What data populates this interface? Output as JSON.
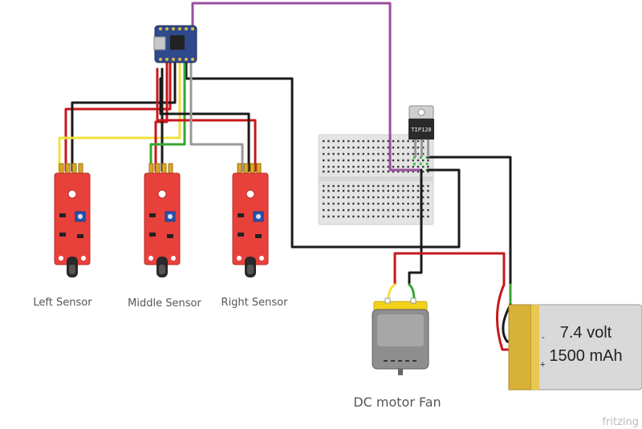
{
  "labels": {
    "left_sensor": "Left Sensor",
    "middle_sensor": "Middle Sensor",
    "right_sensor": "Right Sensor",
    "motor": "DC motor Fan",
    "battery_voltage": "7.4 volt",
    "battery_capacity": "1500 mAh",
    "transistor": "TIP120",
    "brand": "fritzing",
    "battery_plus": "+",
    "battery_minus": "-"
  },
  "colors": {
    "wire_red": "#c8171b",
    "wire_black": "#1a1a1a",
    "wire_yellow": "#f2e13b",
    "wire_green": "#38a530",
    "wire_gray": "#9a9a9a",
    "wire_purple": "#9b4d9f",
    "sensor_board": "#e8413c",
    "breadboard": "#e3e3e3",
    "battery_gold": "#d8b236",
    "motor_gold": "#f2d21b"
  }
}
